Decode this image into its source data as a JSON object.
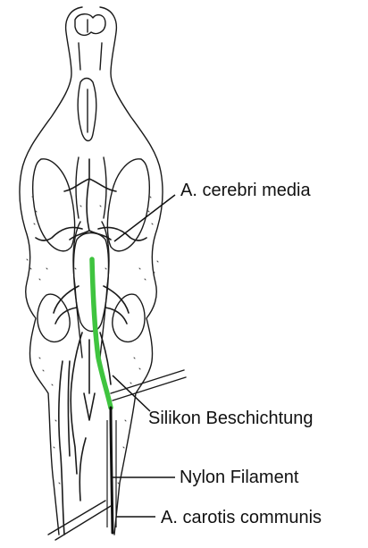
{
  "labels": {
    "mca": "A. cerebri media",
    "coating": "Silikon Beschichtung",
    "filament": "Nylon Filament",
    "carotid": "A. carotis communis"
  },
  "colors": {
    "ink": "#111111",
    "silicone": "#3fc43f",
    "background": "#ffffff"
  },
  "icons": [
    "skull-drawing",
    "artery-network",
    "silicone-coating",
    "nylon-filament"
  ]
}
